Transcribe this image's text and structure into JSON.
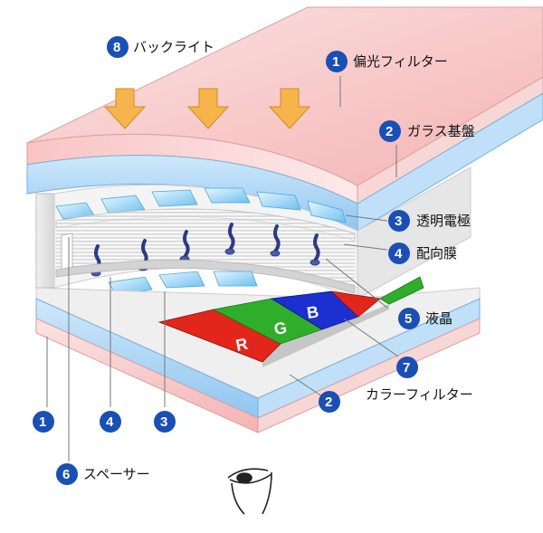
{
  "labels": {
    "backlight": {
      "number": "8",
      "text": "バックライト"
    },
    "polarizer": {
      "number": "1",
      "text": "偏光フィルター"
    },
    "glass": {
      "number": "2",
      "text": "ガラス基盤"
    },
    "electrode": {
      "number": "3",
      "text": "透明電極"
    },
    "alignment": {
      "number": "4",
      "text": "配向膜"
    },
    "liquid": {
      "number": "5",
      "text": "液晶"
    },
    "color_filter": {
      "number": "7",
      "text": "カラーフィルター"
    },
    "glass_lower": {
      "number": "2"
    },
    "spacer": {
      "number": "6",
      "text": "スペーサー"
    },
    "bottom_row": [
      "1",
      "4",
      "3"
    ]
  },
  "filter_letters": [
    "R",
    "G",
    "B"
  ],
  "colors": {
    "badge": "#1a4fb5",
    "arrow": "#f7b44a",
    "arrow_stroke": "#d08a22",
    "pink": "#f8c9c9",
    "glass_blue": "#a9d4f4",
    "red": "#e2261b",
    "green": "#2fae2c",
    "blue": "#1c2fd0"
  }
}
